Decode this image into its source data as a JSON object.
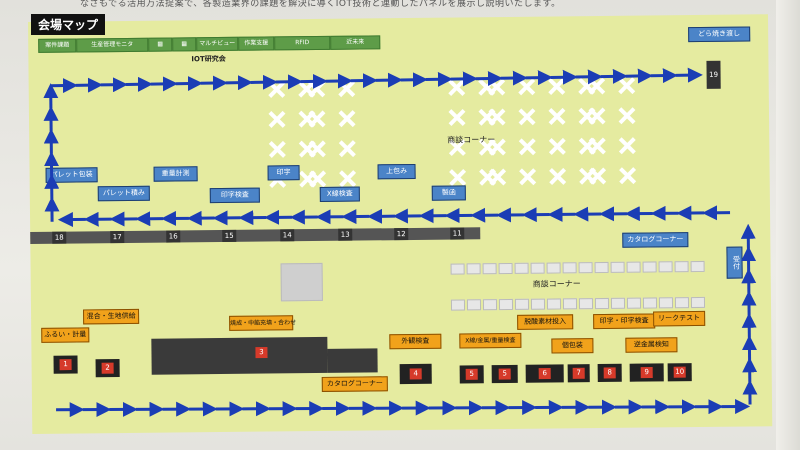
{
  "header": {
    "top_caption": "なさもでる活用万法提案で、各製造業界の課題を解決に導くIOT技術と連動したパネルを展示し説明いたします。",
    "map_title": "会場マップ"
  },
  "top_tabs": [
    "案件課題",
    "生産管理モニタ",
    "",
    "",
    "マルチビュー",
    "作業支援",
    "RFID",
    "近未来"
  ],
  "iot_label": "IOT研究会",
  "lounge_label": "商談コーナー",
  "lounge_label_2": "商談コーナー",
  "receiving_label": "受付",
  "catalog_corner_right": "カタログコーナー",
  "catalog_corner_bottom": "カタログコーナー",
  "top_stations": [
    {
      "num": "19",
      "label": "どら焼き渡し"
    },
    {
      "num": "18",
      "label": "パレット包装"
    },
    {
      "num": "17",
      "label": "パレット積み"
    },
    {
      "num": "16",
      "label": "重量計測"
    },
    {
      "num": "15",
      "label": "印字検査"
    },
    {
      "num": "14",
      "label": "印字"
    },
    {
      "num": "13",
      "label": "X線検査"
    },
    {
      "num": "12",
      "label": "上包み"
    },
    {
      "num": "11",
      "label": "製函"
    }
  ],
  "bottom_stations": [
    {
      "num": "1",
      "label": "ふるい・計量"
    },
    {
      "num": "2",
      "label": "混合・生地供給"
    },
    {
      "num": "3",
      "label": "焼成・中餡充填・合わせ"
    },
    {
      "num": "4",
      "label": "外観検査"
    },
    {
      "num": "5",
      "label": "X線/金属/重量検査"
    },
    {
      "num": "5",
      "label": ""
    },
    {
      "num": "6",
      "label": "脱酸素材投入"
    },
    {
      "num": "7",
      "label": "個包装"
    },
    {
      "num": "8",
      "label": "印字・印字検査"
    },
    {
      "num": "9",
      "label": "逆金属検知"
    },
    {
      "num": "10",
      "label": "リークテスト"
    }
  ],
  "colors": {
    "map_bg": "#e5eba0",
    "route": "#1b3db5",
    "station_blue": "#4b84c8",
    "station_orange": "#f1a21b",
    "tab_green": "#5e9c48"
  }
}
